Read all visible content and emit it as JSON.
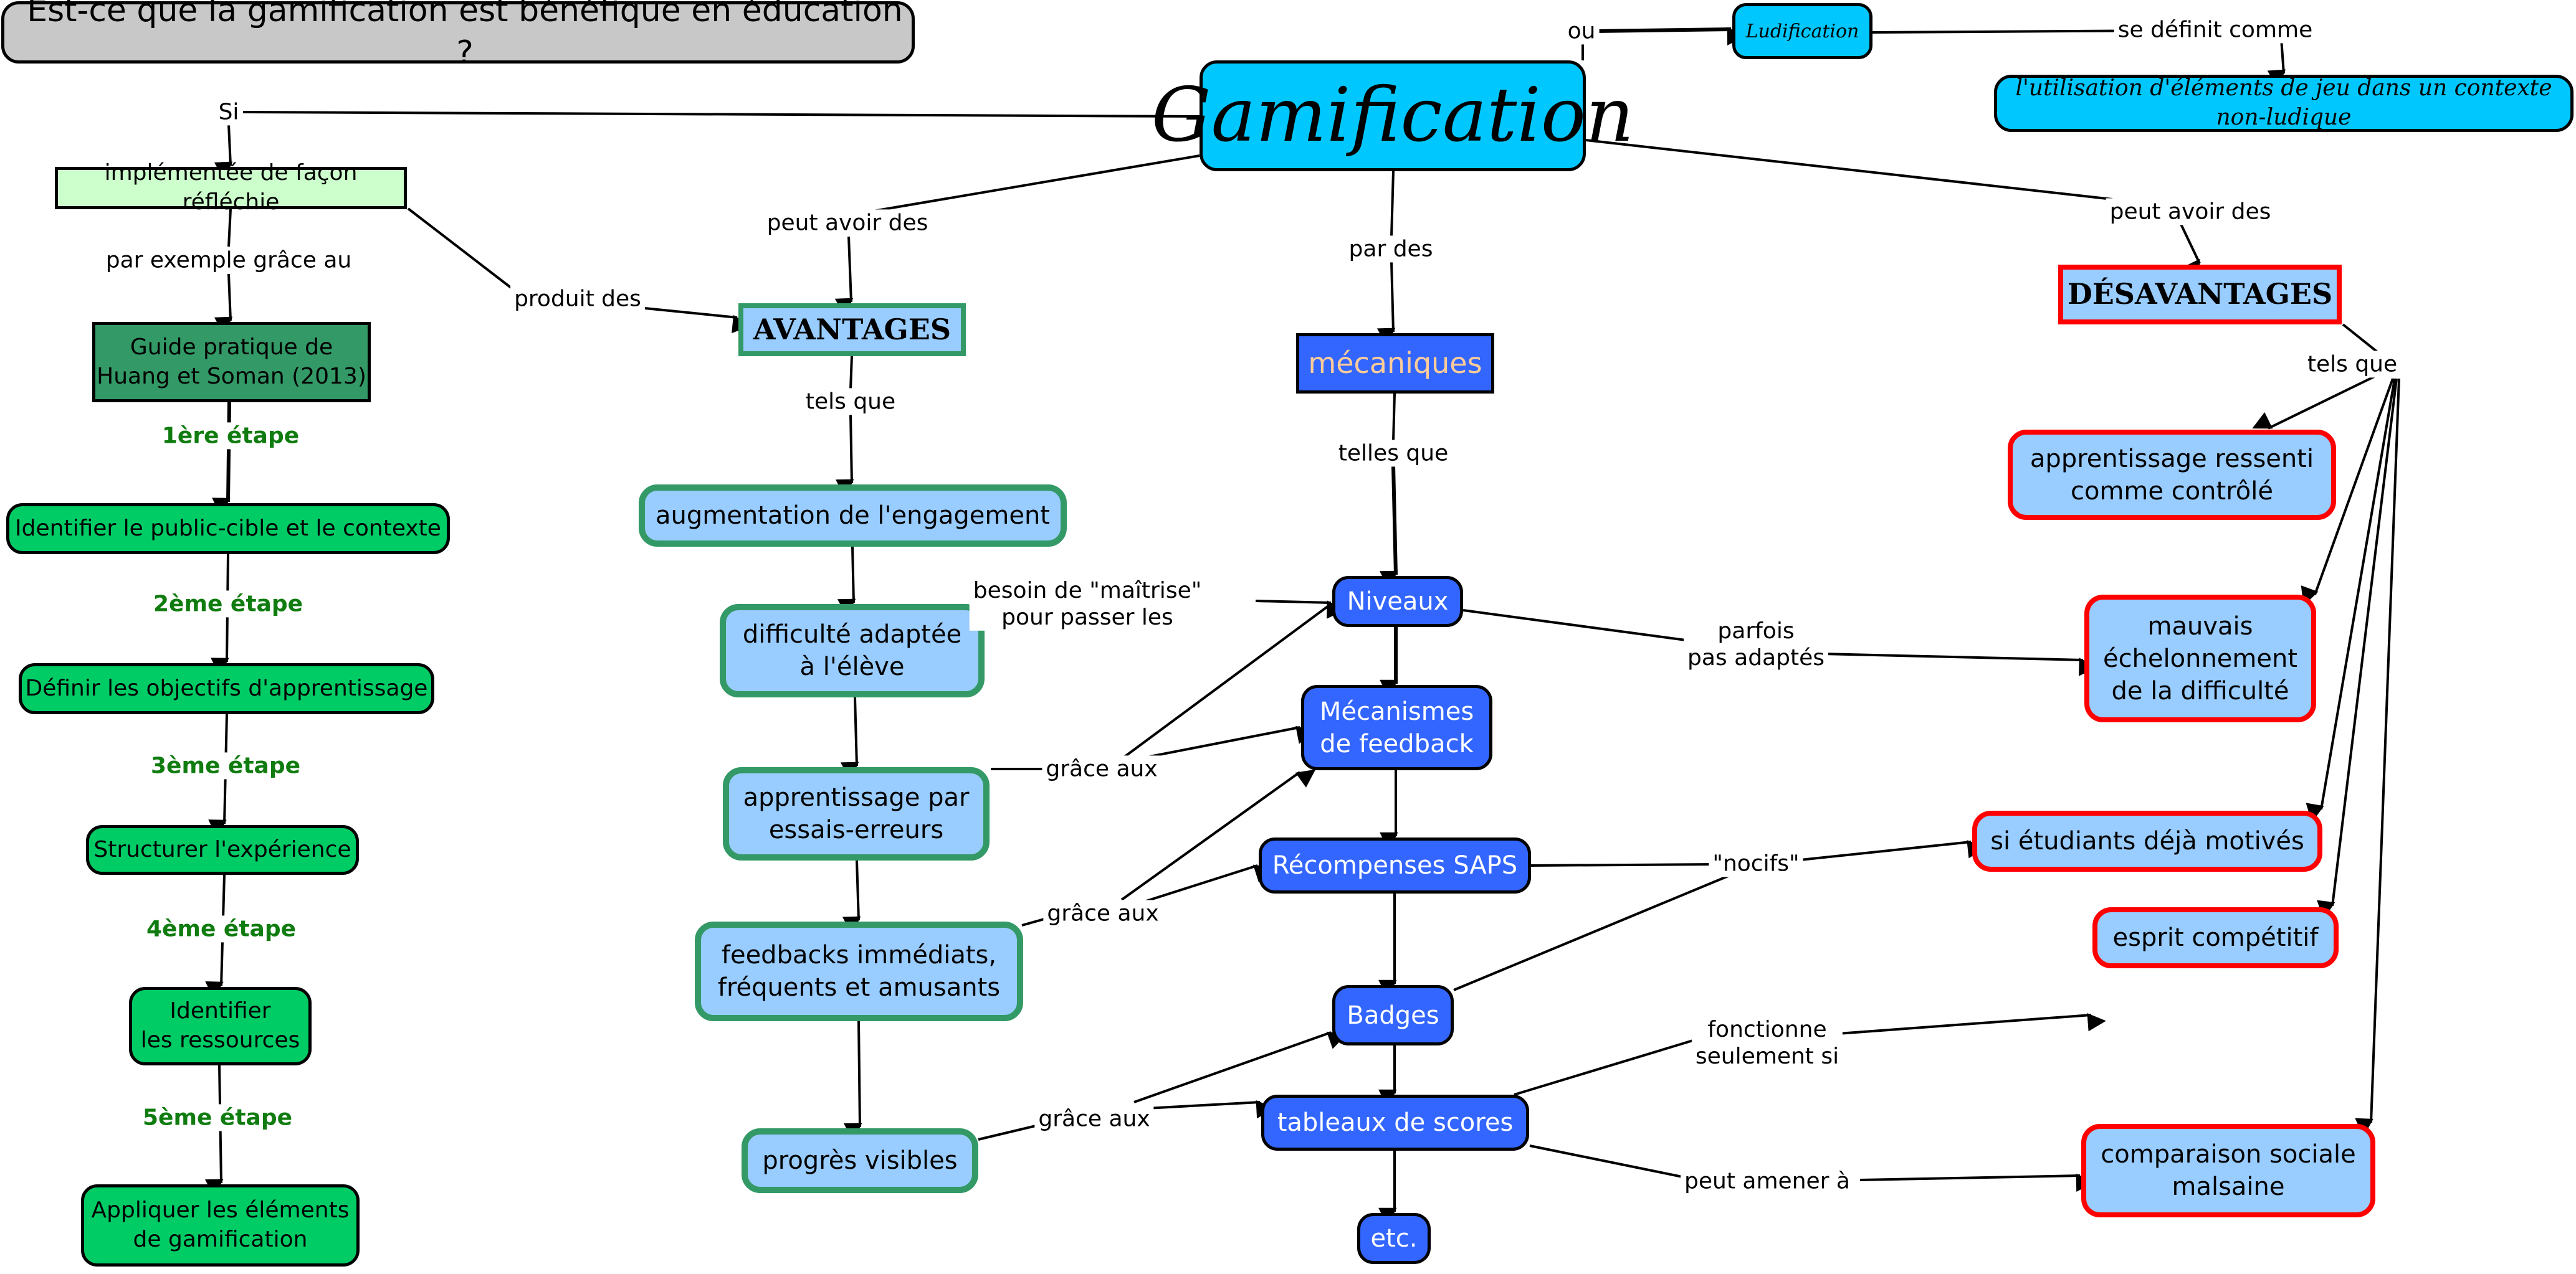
{
  "title": "Est-ce que la gamification est bénéfique en éducation ?",
  "colors": {
    "title_bg": "#c8c8c8",
    "core_bg": "#00c8ff",
    "implemented_bg": "#ccffcc",
    "guide_bg": "#339966",
    "step_bg": "#00cc66",
    "step_label": "#107c10",
    "advantage_bg": "#99ccff",
    "advantage_border": "#339966",
    "mechanic_bg": "#3366ff",
    "mechanic_header_text": "#ffcc99",
    "disadvantage_border": "#ff0000"
  },
  "nodes": {
    "gamification": "Gamification",
    "ludification": "Ludification",
    "definition": "l'utilisation d'éléments de jeu dans un contexte non-ludique",
    "implemented": "implémentée de façon réfléchie",
    "guide": "Guide pratique de\nHuang et Soman (2013)",
    "steps": [
      "Identifier le public-cible et le contexte",
      "Définir les objectifs d'apprentissage",
      "Structurer l'expérience",
      "Identifier\nles ressources",
      "Appliquer les éléments\nde gamification"
    ],
    "advantages_header": "AVANTAGES",
    "advantages": [
      "augmentation de l'engagement",
      "difficulté adaptée\nà l'élève",
      "apprentissage par\nessais-erreurs",
      "feedbacks immédiats,\nfréquents et amusants",
      "progrès visibles"
    ],
    "mechanics_header": "mécaniques",
    "mechanics": [
      "Niveaux",
      "Mécanismes\nde feedback",
      "Récompenses SAPS",
      "Badges",
      "tableaux de scores",
      "etc."
    ],
    "disadvantages_header": "DÉSAVANTAGES",
    "disadvantages": [
      "apprentissage ressenti\ncomme contrôlé",
      "mauvais\néchelonnement\nde la difficulté",
      "si étudiants déjà motivés",
      "esprit compétitif",
      "comparaison sociale\nmalsaine"
    ]
  },
  "links": {
    "ou": "ou",
    "se_definit": "se définit comme",
    "si": "Si",
    "par_exemple": "par exemple grâce au",
    "produit_des": "produit des",
    "peut_avoir_adv": "peut avoir des",
    "peut_avoir_dis": "peut avoir des",
    "par_des": "par des",
    "tels_que_adv": "tels que",
    "tels_que_dis": "tels que",
    "telles_que": "telles que",
    "steps": [
      "1ère étape",
      "2ème étape",
      "3ème étape",
      "4ème étape",
      "5ème étape"
    ],
    "besoin": "besoin de \"maîtrise\"\npour passer les",
    "grace_1": "grâce aux",
    "grace_2": "grâce aux",
    "grace_3": "grâce aux",
    "parfois": "parfois\npas adaptés",
    "nocifs": "\"nocifs\"",
    "fonctionne": "fonctionne\nseulement si",
    "peut_amener": "peut amener à"
  }
}
